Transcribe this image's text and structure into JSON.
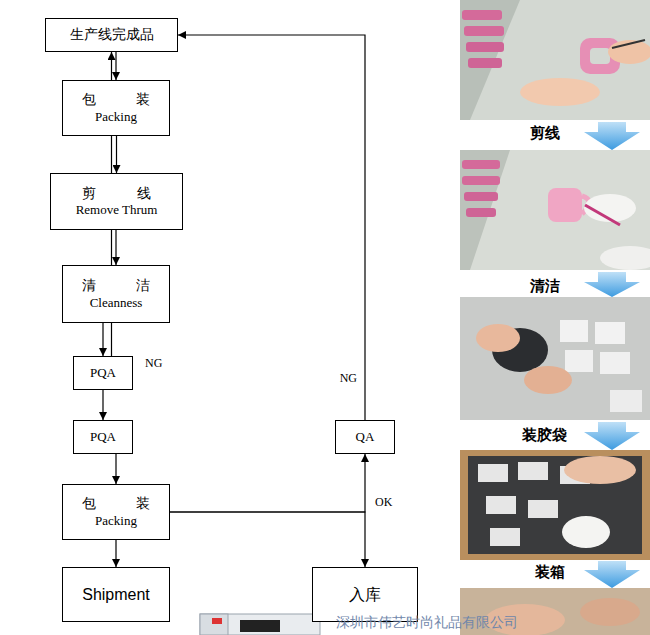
{
  "diagram": {
    "nodes": [
      {
        "text": [
          "生产线完成品"
        ]
      },
      {
        "text": [
          "包 装",
          "Packing"
        ]
      },
      {
        "text": [
          "剪 线",
          "Remove Thrum"
        ]
      },
      {
        "text": [
          "清 洁",
          "Cleanness"
        ]
      },
      {
        "text": [
          "PQA"
        ]
      },
      {
        "text": [
          "PQA"
        ]
      },
      {
        "text": [
          "包 装",
          "Packing"
        ]
      },
      {
        "text": [
          "Shipment"
        ]
      },
      {
        "text": [
          "QA"
        ]
      },
      {
        "text": [
          "入库"
        ]
      }
    ],
    "edges": [
      {
        "from": 0,
        "to": 1,
        "arrow": "to"
      },
      {
        "from": 1,
        "to": 2,
        "arrow": "to"
      },
      {
        "from": 2,
        "to": 3,
        "arrow": "to"
      },
      {
        "from": 3,
        "to": 4,
        "arrow": "to"
      },
      {
        "from": 4,
        "to": 0,
        "label": "NG",
        "arrow": "to"
      },
      {
        "from": 4,
        "to": 5,
        "arrow": "to"
      },
      {
        "from": 5,
        "to": 6,
        "arrow": "to"
      },
      {
        "from": 6,
        "to": 7,
        "arrow": "to"
      },
      {
        "from": 6,
        "to": 8,
        "arrow": "to"
      },
      {
        "from": 6,
        "to": 9,
        "label": "OK",
        "arrow": "to"
      },
      {
        "from": 8,
        "to": 0,
        "label": "NG",
        "arrow": "to"
      }
    ],
    "labels": [
      "剪线",
      "清洁",
      "装胶袋",
      "装箱",
      "深圳市伟艺时尚礼品有限公司"
    ]
  }
}
